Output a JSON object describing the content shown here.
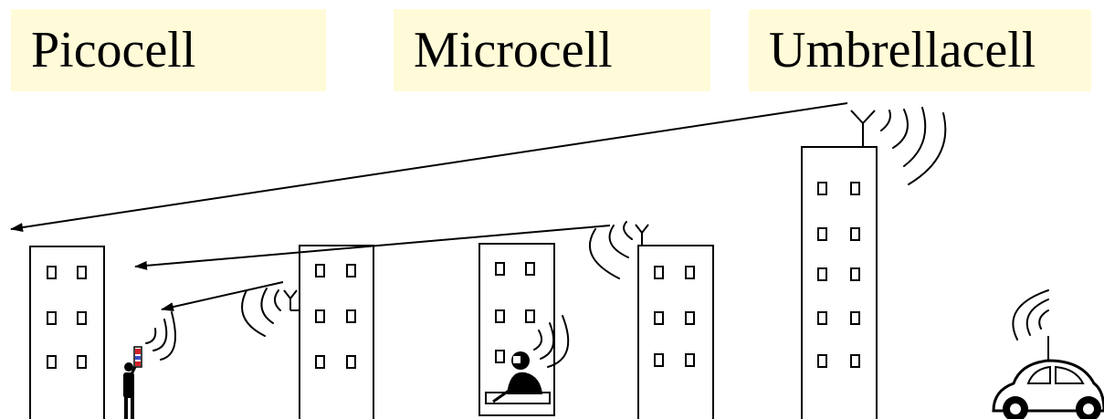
{
  "labels": {
    "picocell": "Picocell",
    "microcell": "Microcell",
    "umbrellacell": "Umbrellacell"
  },
  "colors": {
    "label_background": "#fffbd8",
    "ink": "#000000",
    "phone_red": "#d0202a",
    "phone_blue": "#3a4cc8"
  },
  "icons": [
    "building",
    "antenna-icon",
    "radio-waves-icon",
    "person-icon",
    "phone-icon",
    "car-icon",
    "arrow"
  ]
}
